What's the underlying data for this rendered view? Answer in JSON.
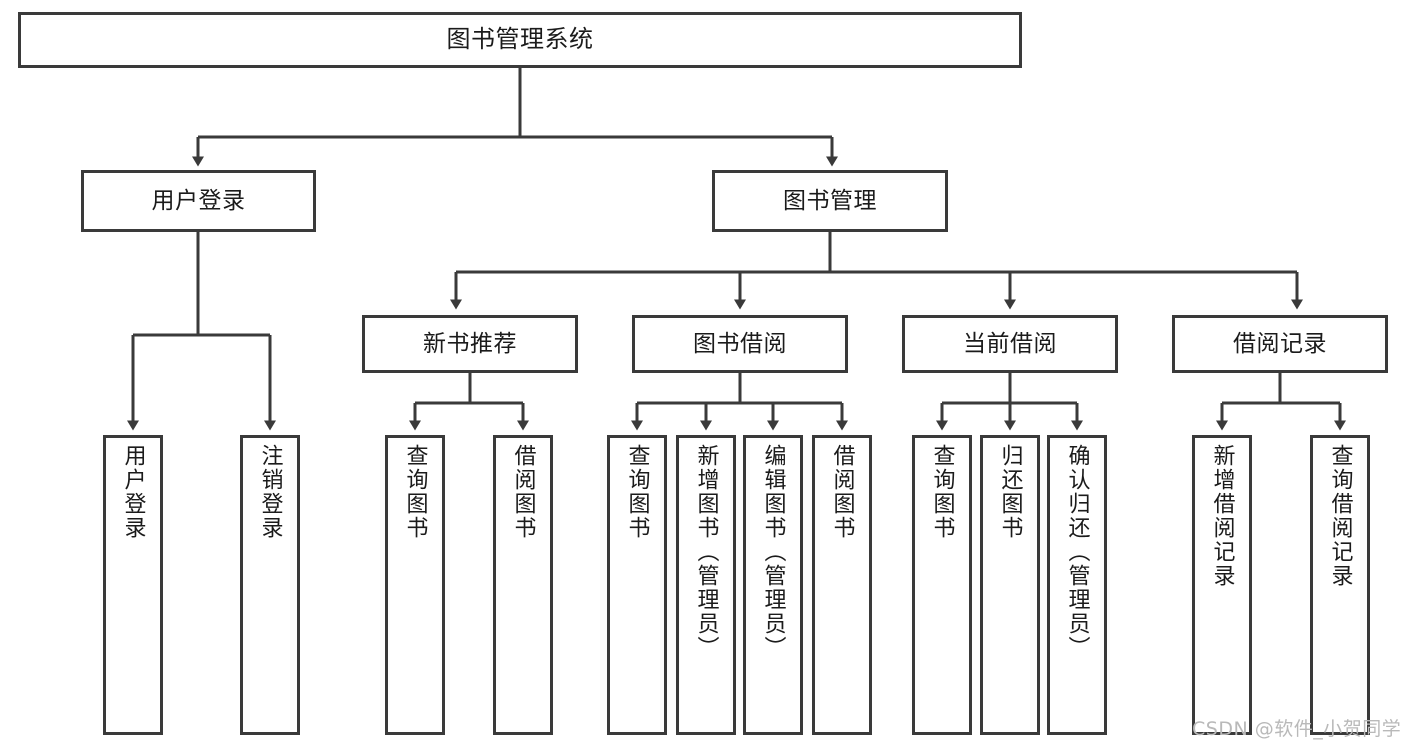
{
  "diagram": {
    "type": "hierarchy-tree",
    "title": "图书管理系统",
    "root": {
      "label": "图书管理系统"
    },
    "level2": [
      {
        "id": "user-login",
        "label": "用户登录"
      },
      {
        "id": "book-management",
        "label": "图书管理"
      }
    ],
    "level3": [
      {
        "id": "new-book-recommend",
        "label": "新书推荐"
      },
      {
        "id": "book-borrow",
        "label": "图书借阅"
      },
      {
        "id": "current-borrow",
        "label": "当前借阅"
      },
      {
        "id": "borrow-record",
        "label": "借阅记录"
      }
    ],
    "leaves": {
      "user_login": [
        {
          "id": "leaf-user-login",
          "label": "用户登录"
        },
        {
          "id": "leaf-logout",
          "label": "注销登录"
        }
      ],
      "new_book_recommend": [
        {
          "id": "leaf-query-book-1",
          "label": "查询图书"
        },
        {
          "id": "leaf-borrow-book-1",
          "label": "借阅图书"
        }
      ],
      "book_borrow": [
        {
          "id": "leaf-query-book-2",
          "label": "查询图书"
        },
        {
          "id": "leaf-add-book",
          "label": "新增图书（管理员）"
        },
        {
          "id": "leaf-edit-book",
          "label": "编辑图书（管理员）"
        },
        {
          "id": "leaf-borrow-book-2",
          "label": "借阅图书"
        }
      ],
      "current_borrow": [
        {
          "id": "leaf-query-book-3",
          "label": "查询图书"
        },
        {
          "id": "leaf-return-book",
          "label": "归还图书"
        },
        {
          "id": "leaf-confirm-return",
          "label": "确认归还（管理员）"
        }
      ],
      "borrow_record": [
        {
          "id": "leaf-add-record",
          "label": "新增借阅记录"
        },
        {
          "id": "leaf-query-record",
          "label": "查询借阅记录"
        }
      ]
    }
  },
  "watermark": {
    "text": "CSDN @软件_小贺同学"
  },
  "colors": {
    "stroke": "#3a3a3a",
    "background": "#ffffff",
    "text": "#1b1b1b",
    "watermark": "#b9b9b9"
  }
}
